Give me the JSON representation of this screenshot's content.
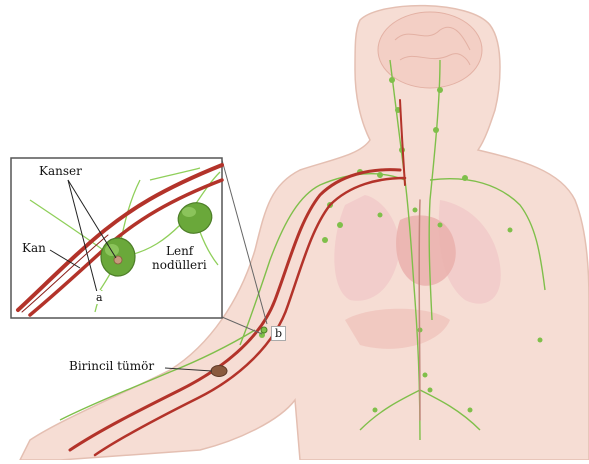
{
  "labels": {
    "kanser": "Kanser",
    "kan": "Kan",
    "lenf_line1": "Lenf",
    "lenf_line2": "nodülleri",
    "a": "a",
    "b": "b",
    "birincil_tumor": "Birincil tümör"
  },
  "colors": {
    "body_fill": "#f6ddd4",
    "body_stroke": "#e4bfb2",
    "vessel_red": "#b3332a",
    "vessel_dark": "#8a1f1a",
    "lymph_green": "#7fbf4a",
    "node_green": "#6aa83a",
    "lung_pink": "#f1c9c8",
    "tumor_brown": "#8a5a3e"
  }
}
